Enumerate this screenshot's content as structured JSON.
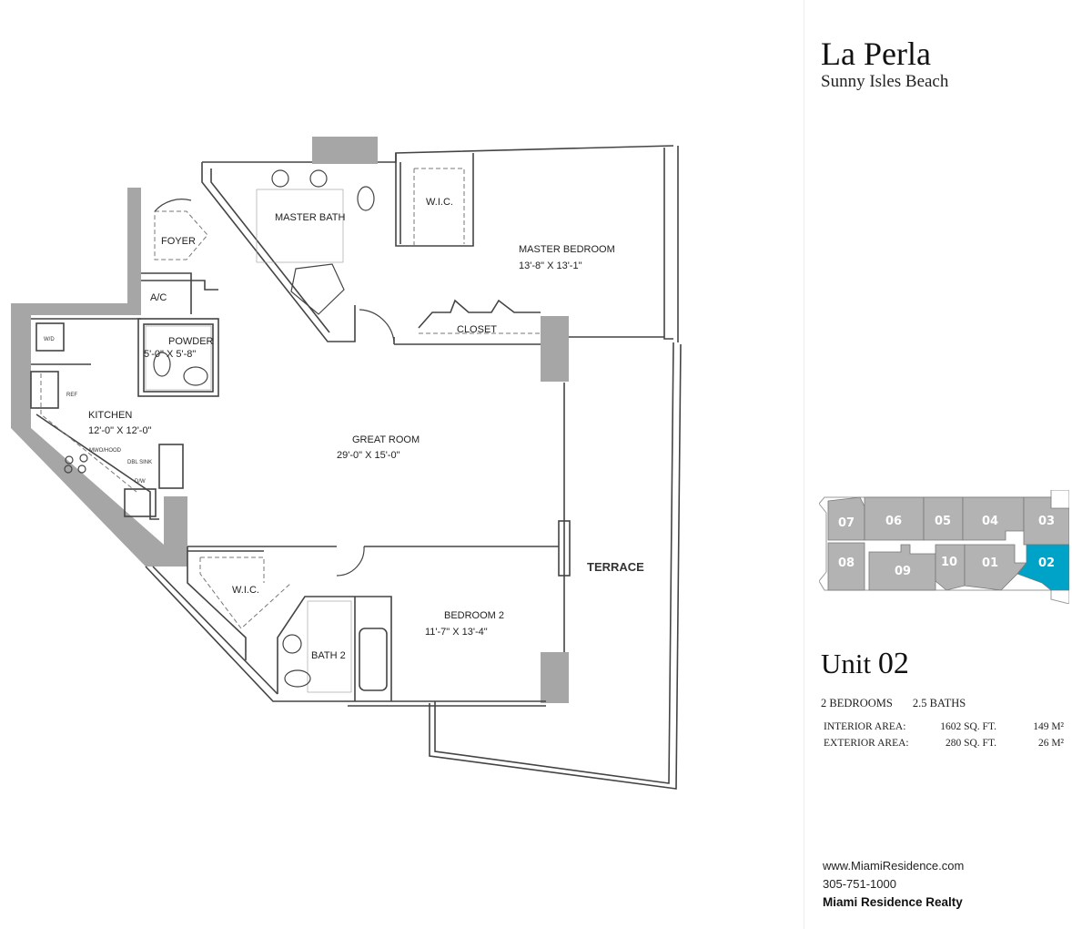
{
  "property": {
    "name": "La Perla",
    "location": "Sunny Isles Beach"
  },
  "unit": {
    "label": "Unit",
    "number": "02",
    "bedrooms": "2 BEDROOMS",
    "baths": "2.5 BATHS"
  },
  "areas": [
    {
      "label": "INTERIOR AREA:",
      "sqft": "1602 SQ. FT.",
      "sqm": "149 M²"
    },
    {
      "label": "EXTERIOR AREA:",
      "sqft": "280 SQ. FT.",
      "sqm": "26 M²"
    }
  ],
  "keyplan": {
    "units": [
      "07",
      "06",
      "05",
      "04",
      "03",
      "08",
      "09",
      "10",
      "01",
      "02"
    ],
    "highlight": "02",
    "highlight_color": "#00a3c8",
    "unit_color": "#b3b3b3"
  },
  "rooms": {
    "foyer": "FOYER",
    "ac": "A/C",
    "master_bath": "MASTER BATH",
    "wic1": "W.I.C.",
    "master_bedroom": "MASTER BEDROOM",
    "master_bedroom_dim": "13'-8\" X 13'-1\"",
    "closet": "CLOSET",
    "powder": "POWDER",
    "powder_dim": "5'-0\" X 5'-8\"",
    "wd": "W/D",
    "ref": "REF",
    "kitchen": "KITCHEN",
    "kitchen_dim": "12'-0\" X 12'-0\"",
    "mwo": "MWO/HOOD",
    "dbl_sink": "DBL SINK",
    "dw": "D/W",
    "great_room": "GREAT ROOM",
    "great_room_dim": "29'-0\" X 15'-0\"",
    "terrace": "TERRACE",
    "wic2": "W.I.C.",
    "bedroom2": "BEDROOM 2",
    "bedroom2_dim": "11'-7\" X 13'-4\"",
    "bath2": "BATH 2"
  },
  "contact": {
    "website": "www.MiamiResidence.com",
    "phone": "305-751-1000",
    "company": "Miami Residence Realty"
  }
}
